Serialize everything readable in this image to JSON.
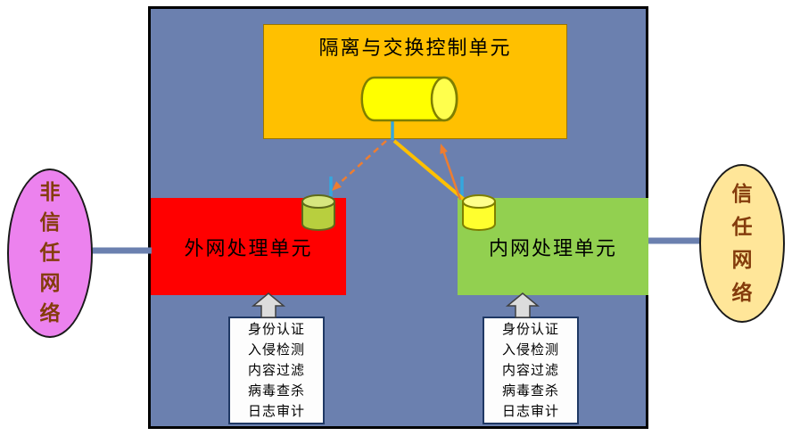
{
  "control_unit": {
    "label": "隔离与交换控制单元"
  },
  "external_unit": {
    "label": "外网处理单元"
  },
  "internal_unit": {
    "label": "内网处理单元"
  },
  "untrusted_network": {
    "label": "非信任网络",
    "chars": [
      "非",
      "信",
      "任",
      "网",
      "络"
    ]
  },
  "trusted_network": {
    "label": "信任网络",
    "chars": [
      "信",
      "任",
      "网",
      "络"
    ]
  },
  "security_functions": [
    "身份认证",
    "入侵检测",
    "内容过滤",
    "病毒查杀",
    "日志审计"
  ],
  "colors": {
    "main_background": "#6b80af",
    "control_unit": "#ffc000",
    "external_unit": "#ff0000",
    "internal_unit": "#92d050",
    "untrusted_ellipse": "#ec82ee",
    "trusted_ellipse": "#ffe699",
    "network_text": "#843c0c",
    "cylinder_yellow": "#ffff00",
    "cylinder_green": "#b8cf3e",
    "arrow_dashed": "#ed7d31",
    "arrow_solid": "#ffc000",
    "link_tick_blue": "#35a7dd"
  }
}
